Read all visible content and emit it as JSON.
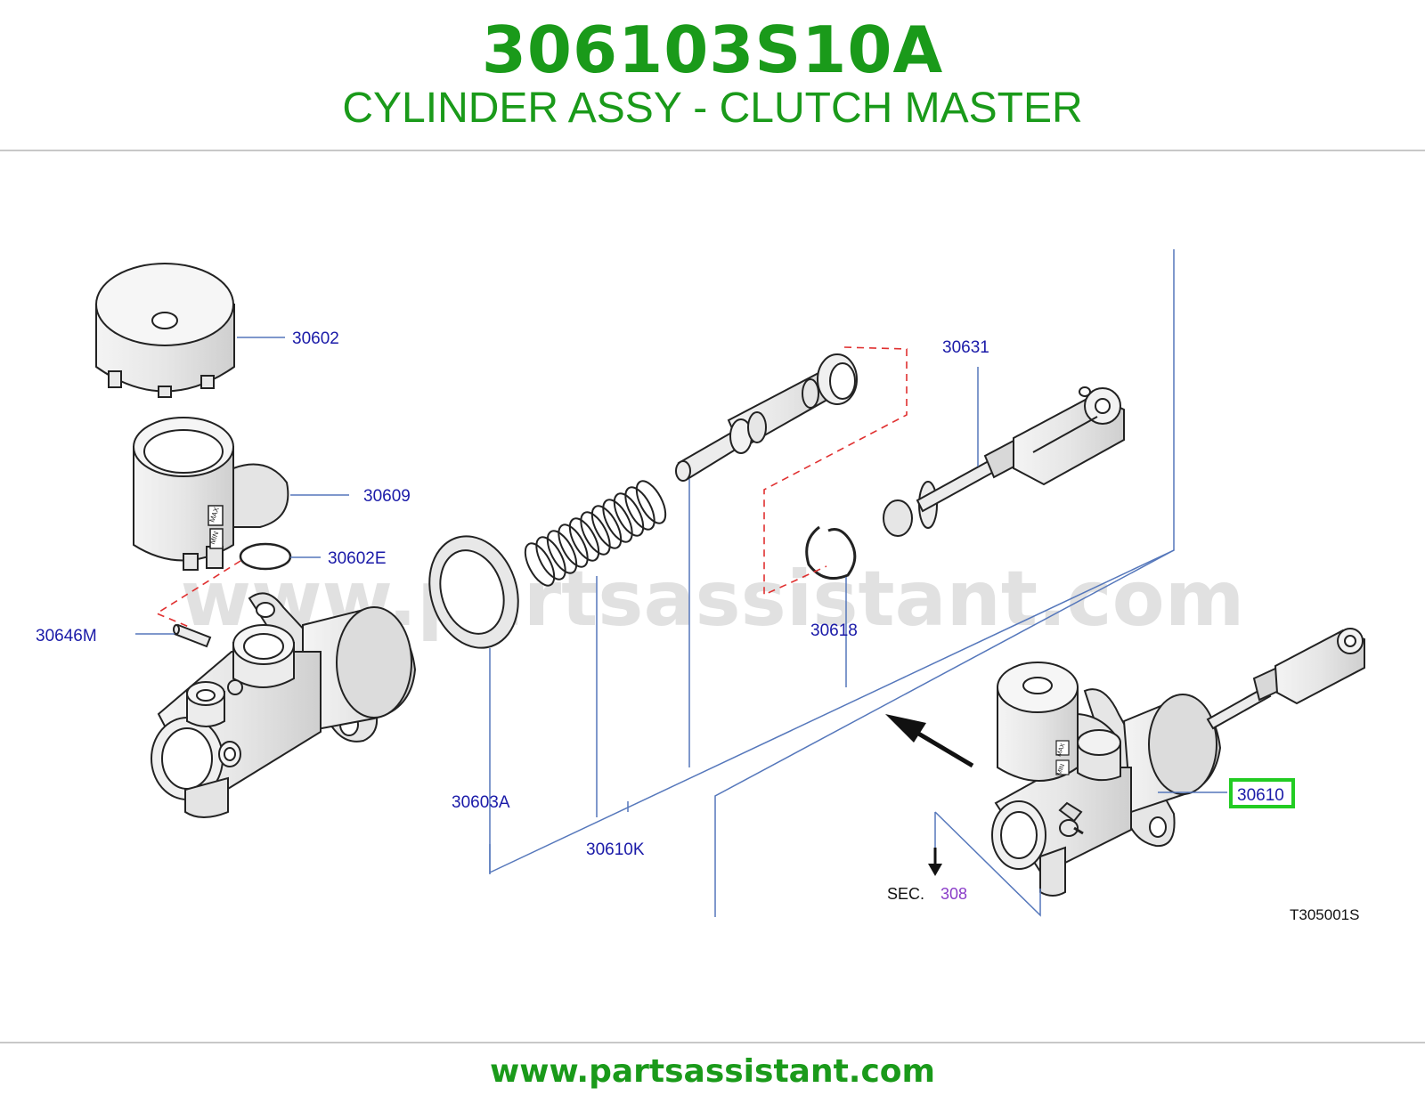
{
  "header": {
    "part_number": "306103S10A",
    "title": "CYLINDER ASSY - CLUTCH MASTER"
  },
  "diagram": {
    "watermark": "www.partsassistant.com",
    "labels": {
      "p30602": "30602",
      "p30609": "30609",
      "p30602E": "30602E",
      "p30646M": "30646M",
      "p30603A": "30603A",
      "p30610K": "30610K",
      "p30618": "30618",
      "p30631": "30631",
      "p30610": "30610",
      "sec_prefix": "SEC.",
      "sec_number": "308",
      "drawing_code": "T305001S"
    },
    "highlighted_part": "30610",
    "reservoir_marks": {
      "max": "MAX",
      "min": "MIN"
    }
  },
  "footer": {
    "url": "www.partsassistant.com"
  },
  "colors": {
    "brand_green": "#1a9a1a",
    "label_blue": "#1a1aa8",
    "leader_blue": "#5577bb",
    "sec_purple": "#8a3cc8",
    "dash_red": "#e03030",
    "highlight_green": "#22cc22",
    "watermark_gray": "#dcdcdc"
  }
}
